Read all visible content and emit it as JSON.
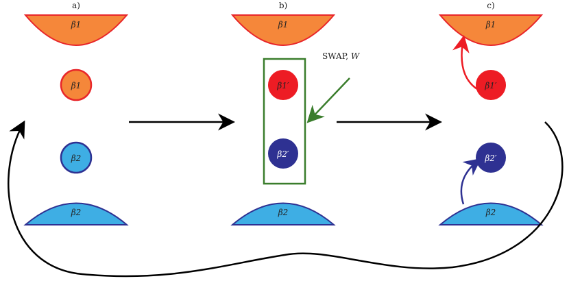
{
  "panels": [
    {
      "label": "a)",
      "top_reservoir": "β1",
      "qubit_top": "β1",
      "qubit_bottom": "β2",
      "bottom_reservoir": "β2"
    },
    {
      "label": "b)",
      "top_reservoir": "β1",
      "qubit_top": "β1′",
      "qubit_bottom": "β2′",
      "bottom_reservoir": "β2"
    },
    {
      "label": "c)",
      "top_reservoir": "β1",
      "qubit_top": "β1′",
      "qubit_bottom": "β2′",
      "bottom_reservoir": "β2"
    }
  ],
  "annotation": {
    "text": "SWAP, ",
    "symbol": "W"
  },
  "colors": {
    "orange": "#f5873a",
    "orange_stroke": "#e8262a",
    "red": "#ed1c24",
    "light_blue": "#3eaee4",
    "dark_blue": "#2e3192",
    "green": "#3a7d2c",
    "black": "#000000"
  }
}
